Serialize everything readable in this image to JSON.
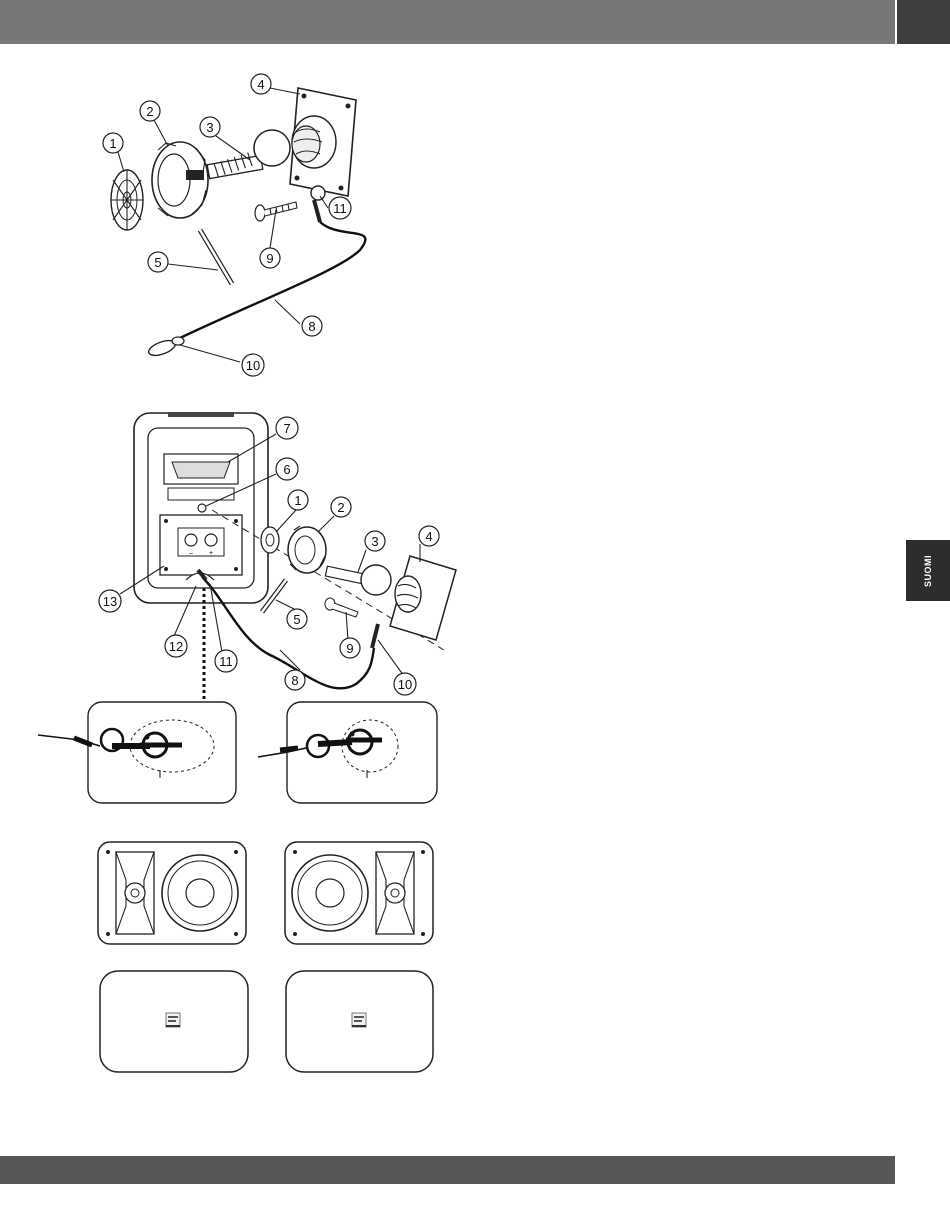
{
  "header": {
    "bar_color": "#777777",
    "corner_color": "#3e3e3e"
  },
  "footer": {
    "bar_color": "#565656"
  },
  "side_tab": {
    "label": "SUOMI",
    "color": "#2d2d2d"
  },
  "figure_top": {
    "callouts": [
      "1",
      "2",
      "3",
      "4",
      "5",
      "8",
      "9",
      "10",
      "11"
    ]
  },
  "figure_middle": {
    "callouts": [
      "1",
      "2",
      "3",
      "4",
      "5",
      "6",
      "7",
      "8",
      "9",
      "10",
      "11",
      "12",
      "13"
    ],
    "terminal_minus": "–",
    "terminal_plus": "+"
  }
}
